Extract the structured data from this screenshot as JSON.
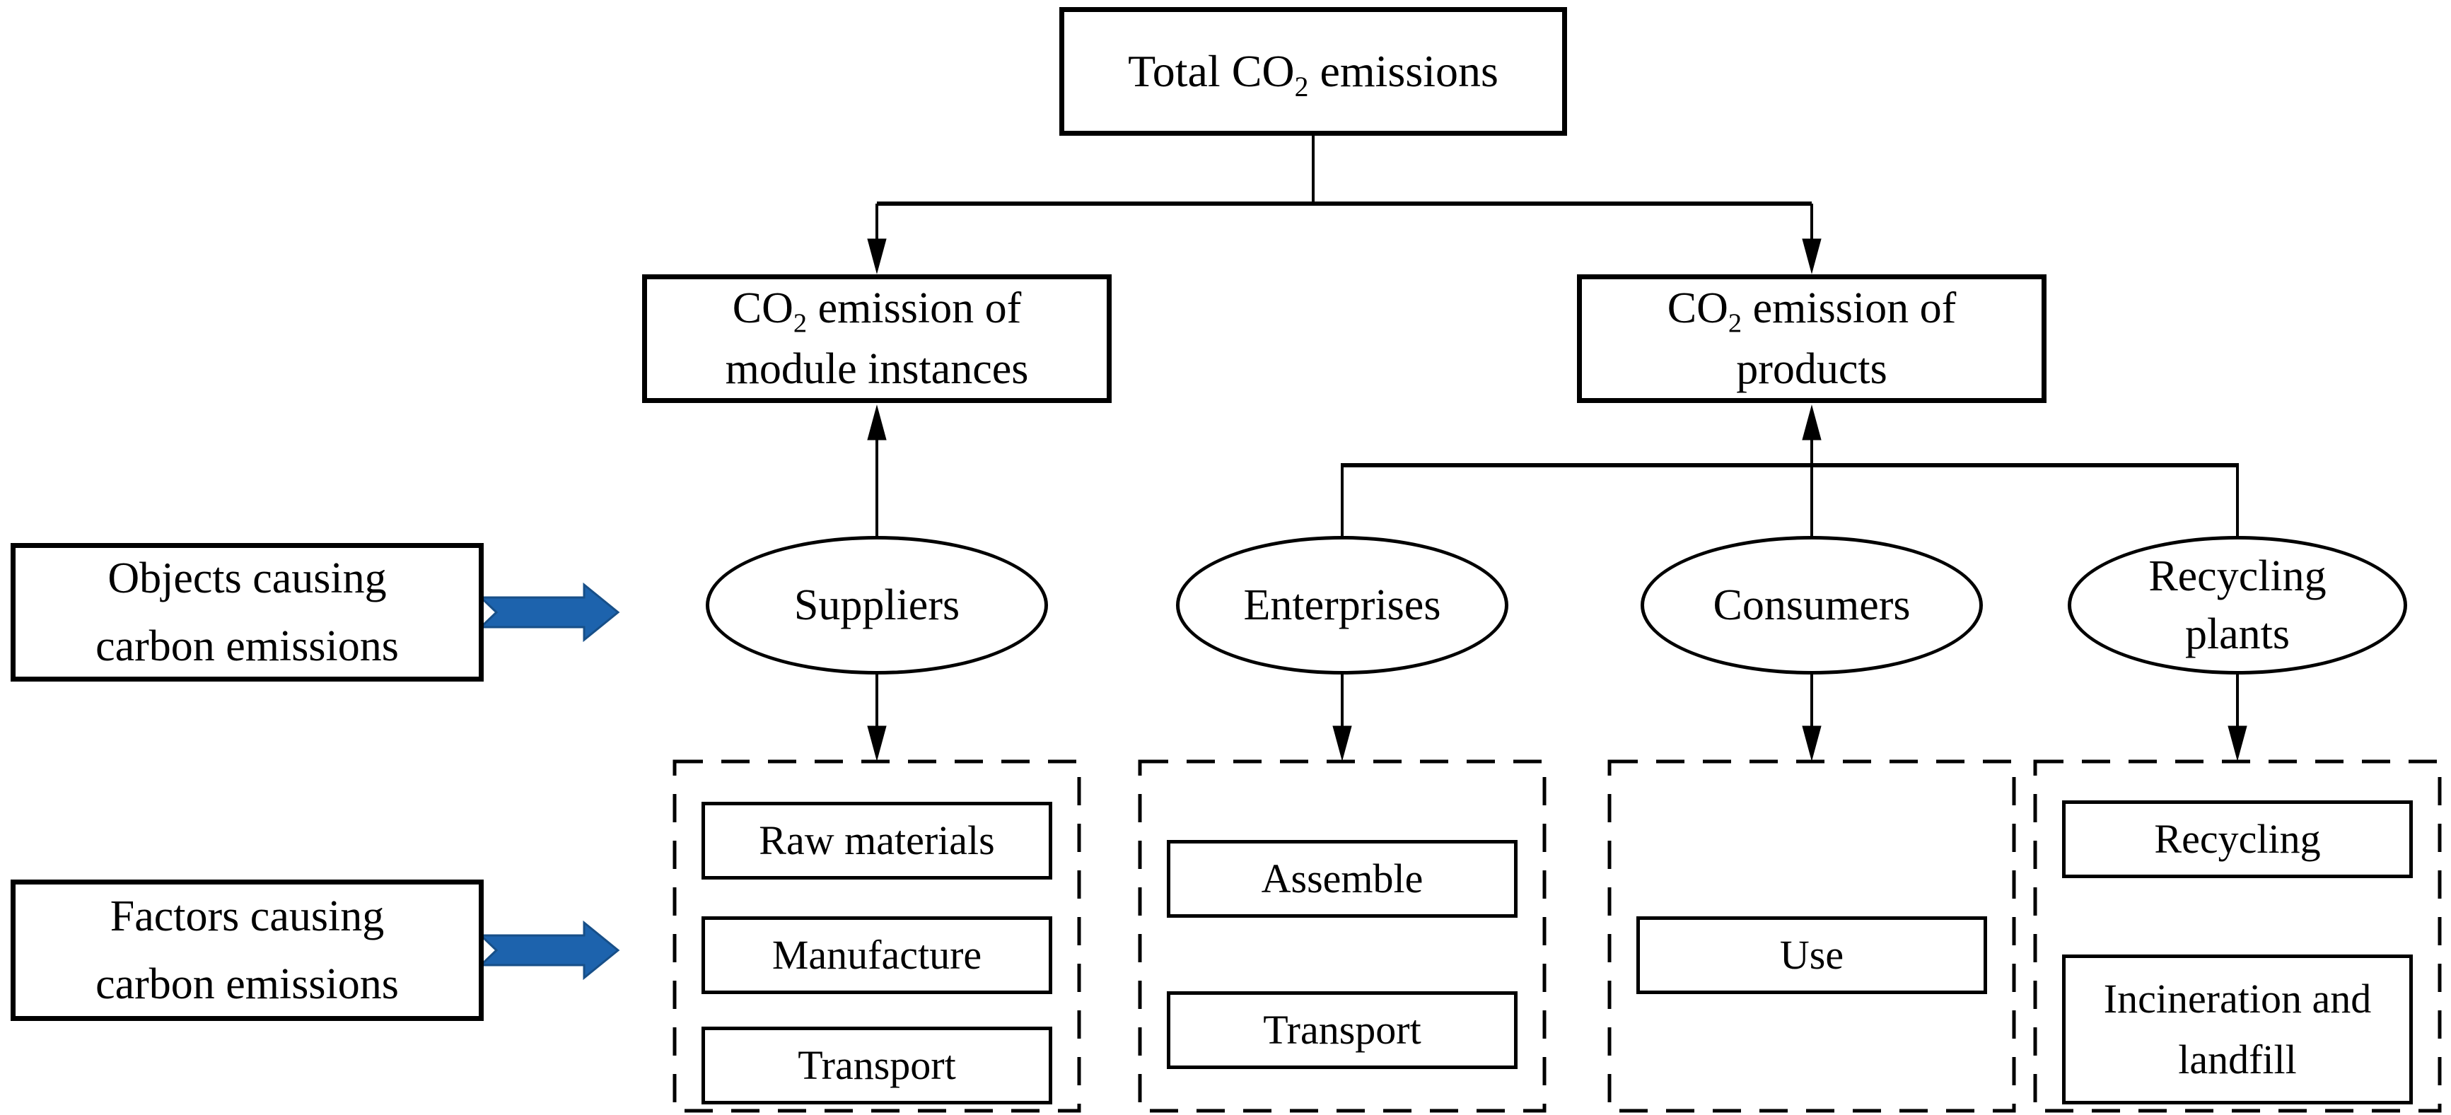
{
  "nodes": {
    "total": {
      "pre": "Total CO",
      "sub": "2",
      "post": " emissions"
    },
    "module_instances": {
      "pre": "CO",
      "sub": "2",
      "post": " emission of",
      "line2": "module instances"
    },
    "products": {
      "pre": "CO",
      "sub": "2",
      "post": " emission of",
      "line2": "products"
    }
  },
  "side_labels": {
    "objects": {
      "line1": "Objects causing",
      "line2": "carbon emissions"
    },
    "factors": {
      "line1": "Factors causing",
      "line2": "carbon emissions"
    }
  },
  "objects_row": [
    {
      "label": "Suppliers"
    },
    {
      "label": "Enterprises"
    },
    {
      "label": "Consumers"
    },
    {
      "label": "Recycling plants"
    }
  ],
  "factor_groups": [
    {
      "items": [
        "Raw materials",
        "Manufacture",
        "Transport"
      ]
    },
    {
      "items": [
        "Assemble",
        "Transport"
      ]
    },
    {
      "items": [
        "Use"
      ]
    },
    {
      "items": [
        "Recycling",
        "Incineration and landfill"
      ]
    }
  ],
  "colors": {
    "arrow_fill": "#1d63ad",
    "arrow_edge": "#174f88",
    "line": "#000000"
  }
}
